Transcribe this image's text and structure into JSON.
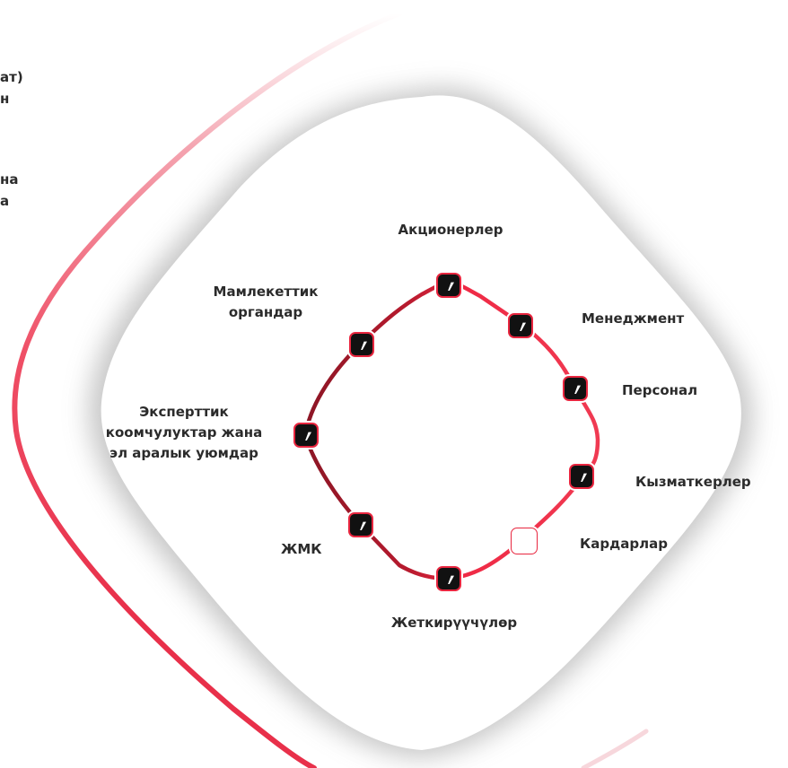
{
  "clipped_text": [
    "ат)",
    "н",
    "на",
    "а"
  ],
  "diagram": {
    "title": "",
    "nodes": [
      {
        "id": "shareholders",
        "label": "Акционерлер",
        "icon": "logo-mark-icon"
      },
      {
        "id": "management",
        "label": "Менеджмент",
        "icon": "logo-mark-icon"
      },
      {
        "id": "personnel",
        "label": "Персонал",
        "icon": "logo-mark-icon"
      },
      {
        "id": "employees",
        "label": "Кызматкерлер",
        "icon": "logo-mark-icon"
      },
      {
        "id": "clients",
        "label": "Кардарлар",
        "icon": "empty-square-icon"
      },
      {
        "id": "suppliers",
        "label": "Жеткирүүчүлөр",
        "icon": "logo-mark-icon"
      },
      {
        "id": "media",
        "label": "ЖМК",
        "icon": "logo-mark-icon"
      },
      {
        "id": "experts",
        "label_lines": [
          "Эксперттик",
          "коомчулуктар жана",
          "эл аралык уюмдар"
        ],
        "icon": "logo-mark-icon"
      },
      {
        "id": "government",
        "label_lines": [
          "Мамлекеттик",
          "органдар"
        ],
        "icon": "logo-mark-icon"
      }
    ]
  },
  "colors": {
    "ring_light": "#f03a52",
    "ring_dark": "#8c1625",
    "node_fill": "#111111",
    "node_border": "#e8263f",
    "frame_accent": "#f06274",
    "text": "#2b2b2b"
  }
}
